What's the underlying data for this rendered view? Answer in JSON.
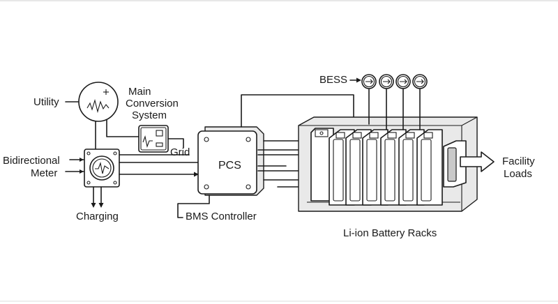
{
  "diagram": {
    "labels": {
      "utility": "Utility",
      "main_conversion_line1": "Main",
      "main_conversion_line2": "Conversion",
      "main_conversion_line3": "System",
      "grid": "Grid",
      "bidirectional_line1": "Bidirectional",
      "bidirectional_line2": "Meter",
      "charging": "Charging",
      "pcs": "PCS",
      "bms_controller": "BMS Controller",
      "bess": "BESS",
      "battery_racks": "Li-ion Battery Racks",
      "facility_line1": "Facility",
      "facility_line2": "Loads"
    },
    "colors": {
      "line": "#1a1a1a",
      "enclosure_fill": "#e9e9e9",
      "background": "#ffffff"
    },
    "icons": [
      "utility-source-icon",
      "inverter-icon",
      "meter-icon",
      "pcs-icon",
      "bess-indicator-icon",
      "battery-module-icon",
      "facility-arrow-icon"
    ]
  }
}
